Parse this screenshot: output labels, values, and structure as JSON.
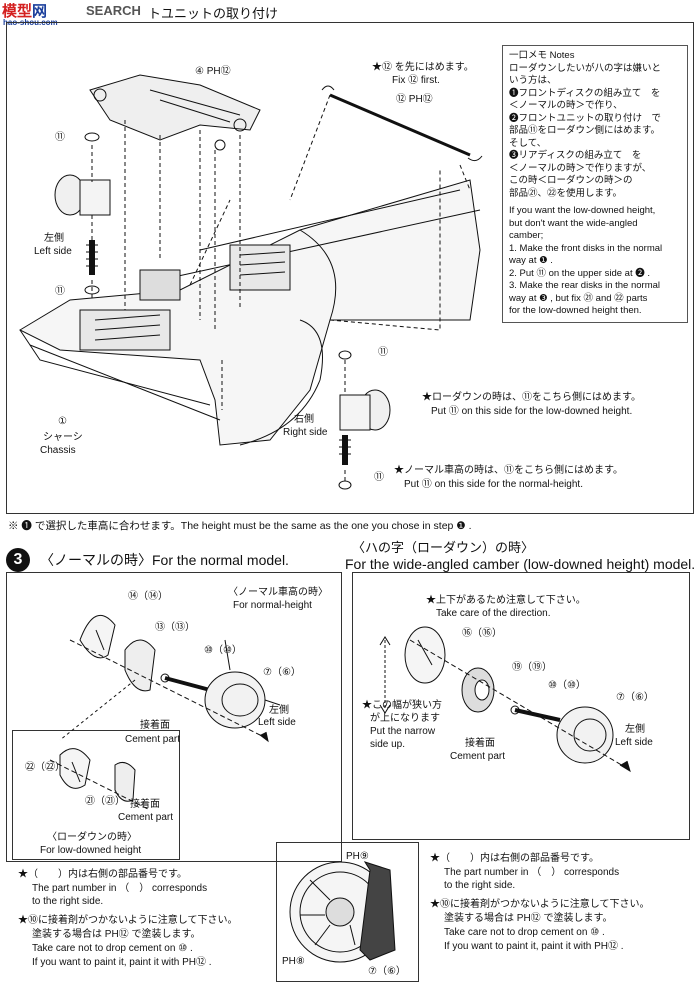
{
  "watermark": {
    "site_left": "模型",
    "site_right": "网",
    "domain": "hao-shou.com"
  },
  "top": {
    "header_fragment": "SEARCH",
    "header_title": "トユニットの取り付け",
    "fix_note_jp": "★⑫ を先にはめます。",
    "fix_note_en": "Fix ⑫ first.",
    "labels": {
      "part4": "④ PH⑫",
      "part12": "⑫ PH⑫",
      "part11_a": "⑪",
      "part11_b": "⑪",
      "part11_c": "⑪",
      "part11_d": "⑪",
      "part1": "①",
      "left_side_jp": "左側",
      "left_side_en": "Left side",
      "right_side_jp": "右側",
      "right_side_en": "Right side",
      "chassis_jp": "シャーシ",
      "chassis_en": "Chassis",
      "lowdown_jp": "★ローダウンの時は、⑪をこちら側にはめます。",
      "lowdown_en": "Put ⑪ on this side for the low-downed height.",
      "normal_jp": "★ノーマル車高の時は、⑪をこちら側にはめます。",
      "normal_en": "Put ⑪ on this side for the normal-height."
    },
    "notes": {
      "title": "一口メモ Notes",
      "lines": [
        "ローダウンしたいが八の字は嫌いと",
        "いう方は、",
        "❶フロントディスクの組み立て　を",
        "＜ノーマルの時＞で作り、",
        "❷フロントユニットの取り付け　で",
        "部品⑪をローダウン側にはめます。",
        "そして、",
        "❸リアディスクの組み立て　を",
        "＜ノーマルの時＞で作りますが、",
        "この時＜ローダウンの時＞の",
        "部品㉑、㉒を使用します。",
        "If you want the low-downed height,",
        "but don't want the wide-angled",
        "camber;",
        "1. Make the front disks in the normal",
        "    way at ❶ .",
        "2. Put ⑪ on the upper side at ❷ .",
        "3. Make the rear disks in the normal",
        "    way at ❸ , but fix ㉑ and ㉒ parts",
        "    for the low-downed height then."
      ]
    }
  },
  "height_note": "※ ❶ で選択した車高に合わせます。The height must be the same as the one you chose in step ❶ .",
  "step3": {
    "number": "3",
    "normal_title": "〈ノーマルの時〉For the normal model.",
    "wide_title_jp": "〈ハの字（ローダウン）の時〉",
    "wide_title_en": "For the wide-angled camber (low-downed height) model.",
    "normal_box": {
      "normal_height_jp": "〈ノーマル車高の時〉",
      "normal_height_en": "For normal-height",
      "p14": "⑭（⑭）",
      "p13": "⑬（⑬）",
      "p10": "⑩（⑩）",
      "p7": "⑦（⑥）",
      "left_side_jp": "左側",
      "left_side_en": "Left side",
      "cement_jp": "接着面",
      "cement_en": "Cement part",
      "p92": "㉒（㉒）",
      "p91": "㉑（㉑）",
      "cement2_jp": "接着面",
      "cement2_en": "Cement part",
      "lowdown_jp": "〈ローダウンの時〉",
      "lowdown_en": "For low-downed height",
      "note1_jp": "★（　　）内は右側の部品番号です。",
      "note1_en1": "The part number in （　） corresponds",
      "note1_en2": "to the right side.",
      "note2_jp1": "★⑩に接着剤がつかないように注意して下さい。",
      "note2_jp2": "塗装する場合は PH⑫ で塗装します。",
      "note2_en1": "Take care not to drop cement on ⑩ .",
      "note2_en2": "If you want to paint it, paint it with PH⑫ ."
    },
    "wide_box": {
      "direction_jp": "★上下があるため注意して下さい。",
      "direction_en": "Take care of the direction.",
      "p16": "⑯（⑯）",
      "p19": "⑲（⑲）",
      "p10": "⑩（⑩）",
      "p7": "⑦（⑥）",
      "narrow_jp1": "★この幅が狭い方",
      "narrow_jp2": "が上になります",
      "narrow_en1": "Put the narrow",
      "narrow_en2": "side up.",
      "cement_jp": "接着面",
      "cement_en": "Cement part",
      "left_side_jp": "左側",
      "left_side_en": "Left side"
    },
    "center_box": {
      "ph9": "PH⑨",
      "ph8": "PH⑧",
      "p7": "⑦（⑥）"
    },
    "right_notes": {
      "note1_jp": "★（　　）内は右側の部品番号です。",
      "note1_en1": "The part number in （　） corresponds",
      "note1_en2": "to the right side.",
      "note2_jp1": "★⑩に接着剤がつかないように注意して下さい。",
      "note2_jp2": "塗装する場合は PH⑫ で塗装します。",
      "note2_en1": "Take care not to drop cement on ⑩ .",
      "note2_en2": "If you want to paint it, paint it with PH⑫ ."
    }
  },
  "colors": {
    "ink": "#111111",
    "bg": "#ffffff",
    "watermark_red": "#d42020",
    "watermark_blue": "#1b3f9c"
  }
}
